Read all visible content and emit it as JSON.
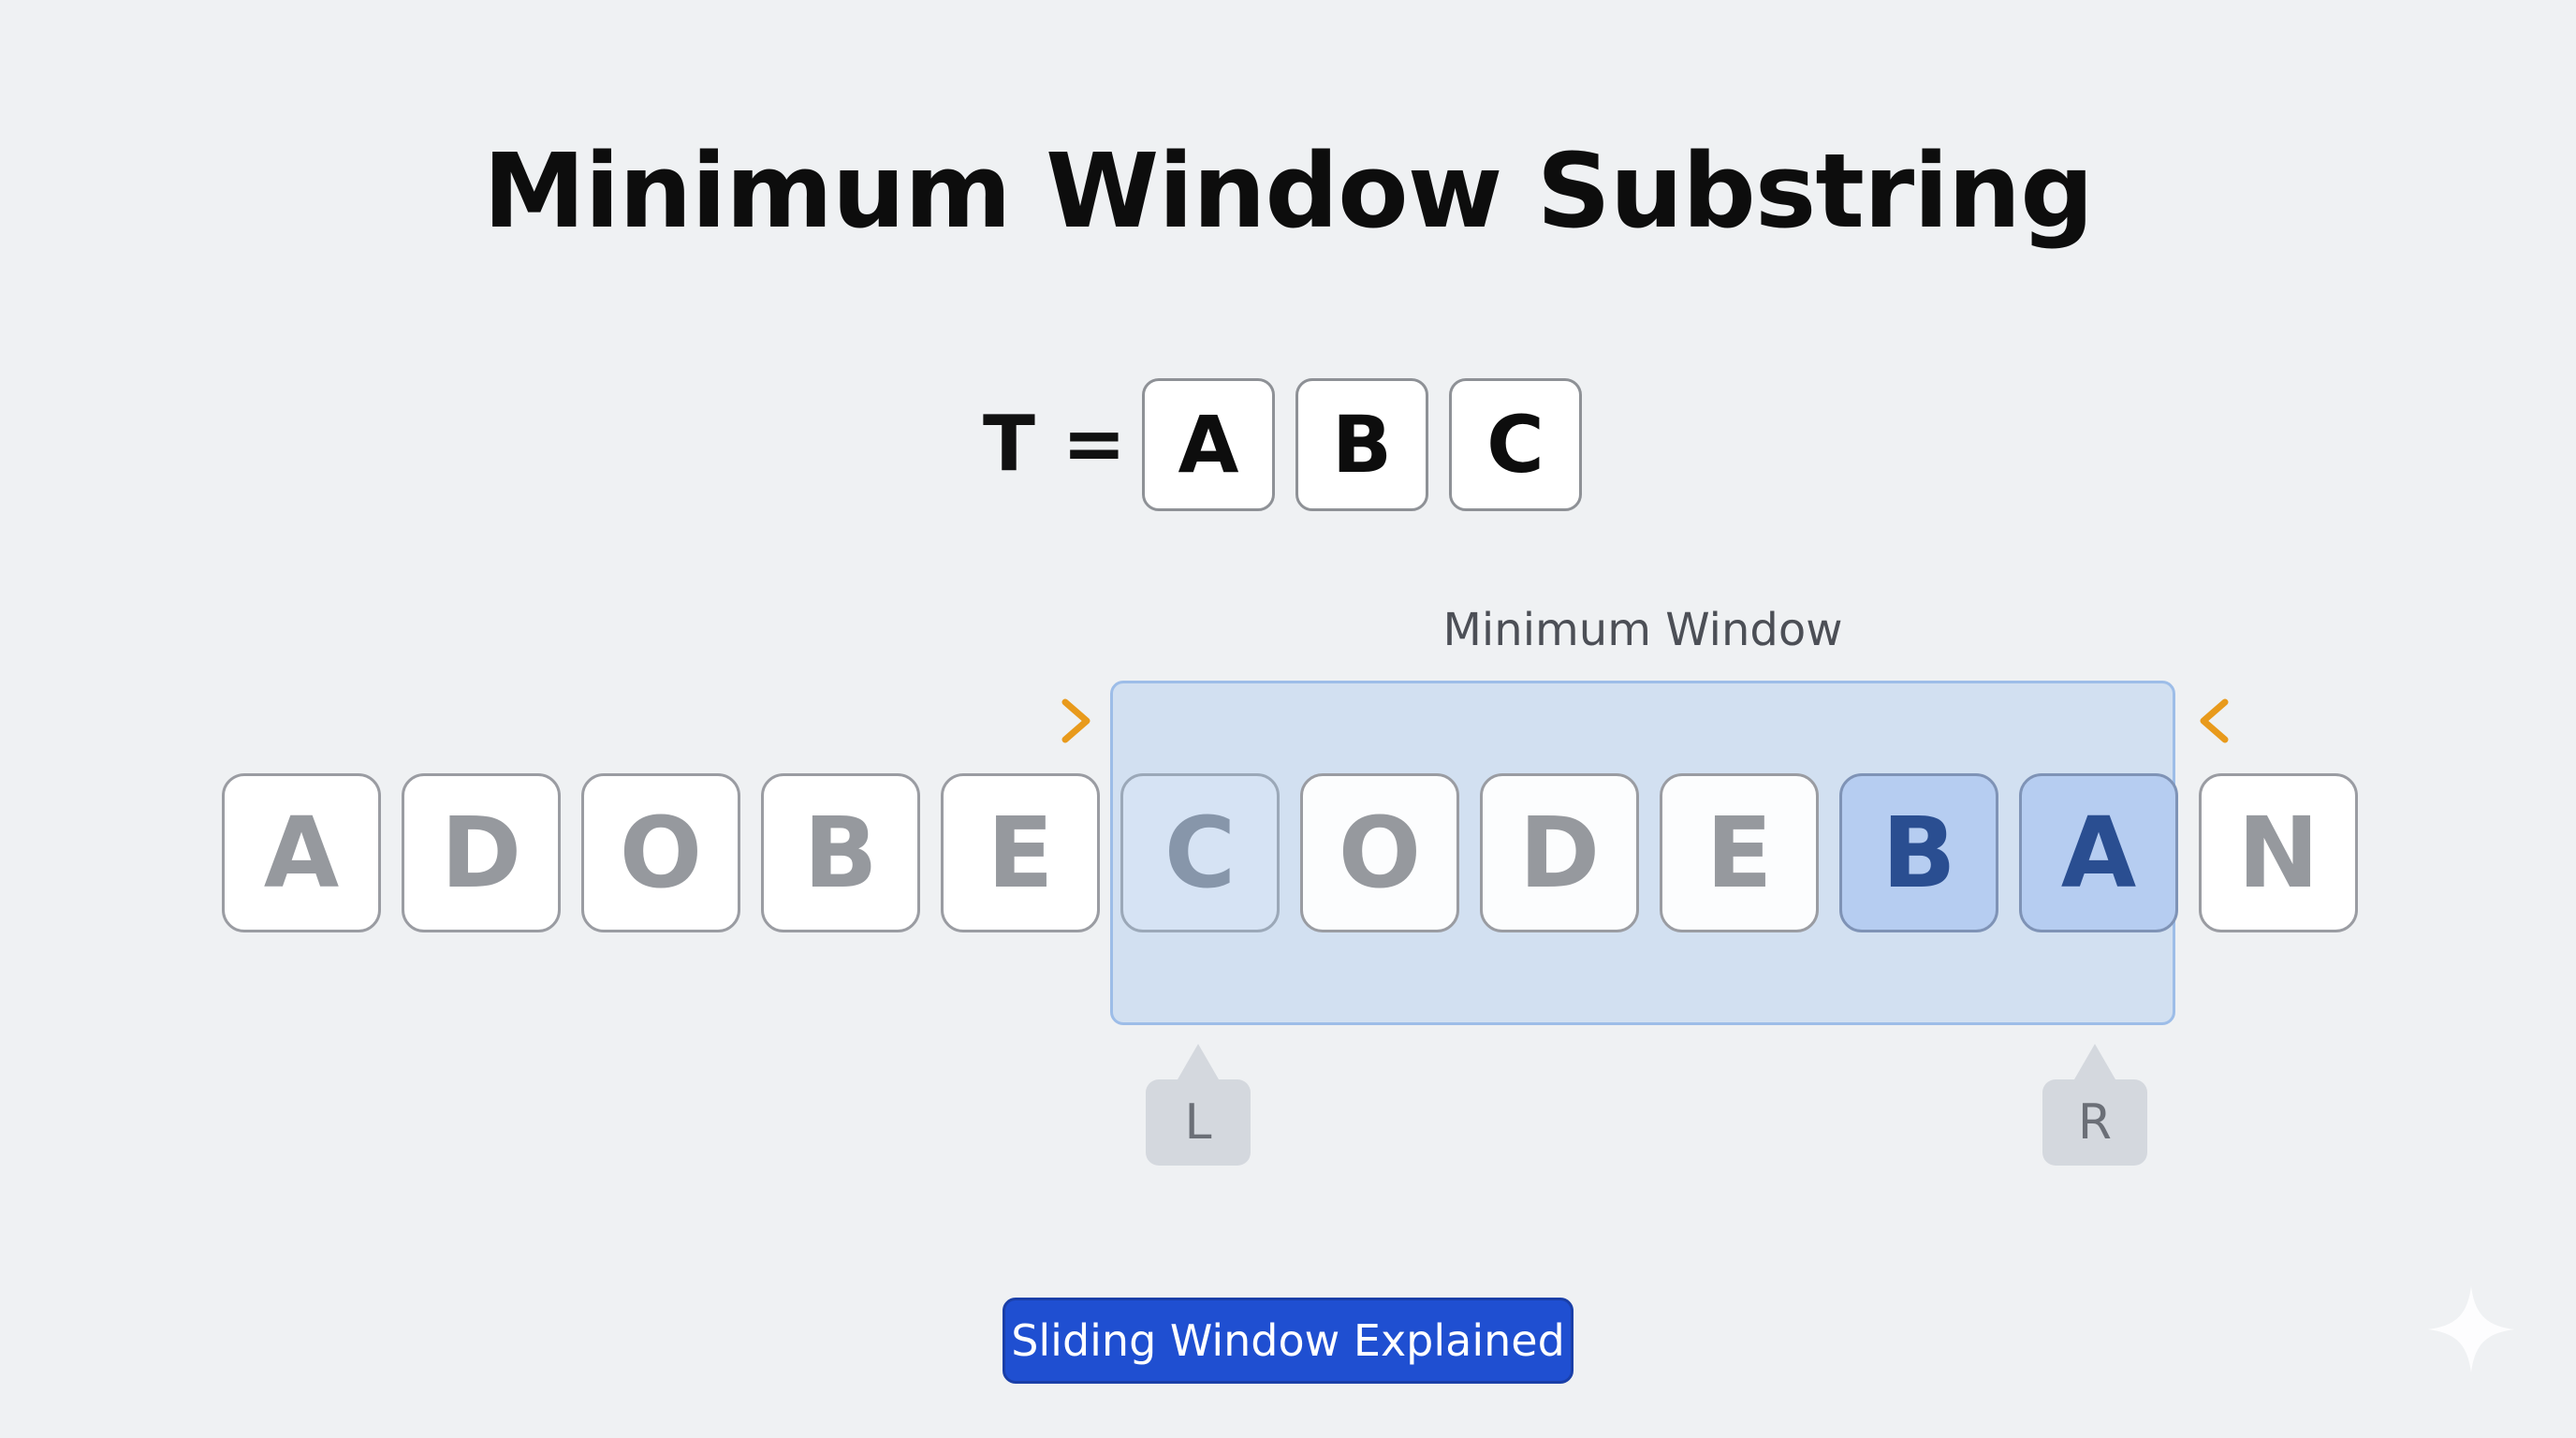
{
  "title": "Minimum Window Substring",
  "target": {
    "label": "T =",
    "letters": [
      "A",
      "B",
      "C"
    ]
  },
  "window_label": "Minimum Window",
  "string": {
    "letters": [
      "A",
      "D",
      "O",
      "B",
      "E",
      "C",
      "O",
      "D",
      "E",
      "B",
      "A",
      "N"
    ],
    "window_start_index": 5,
    "window_end_index": 10,
    "highlighted_indices": [
      9,
      10
    ]
  },
  "pointers": {
    "left": "L",
    "right": "R"
  },
  "badge": "Sliding Window Explained",
  "colors": {
    "window_fill": "#b0cdf0",
    "match_fill": "#b6cdf1",
    "match_text": "#2a4e91",
    "arrow": "#e89a1c",
    "badge": "#1f4fd1"
  }
}
